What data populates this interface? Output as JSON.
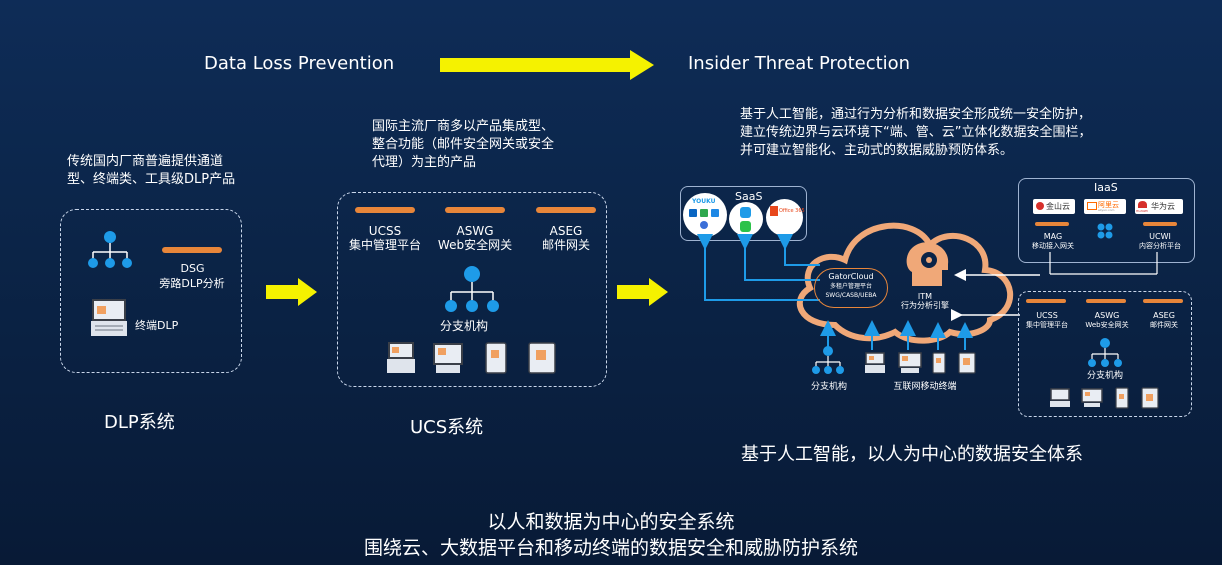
{
  "header": {
    "left_title": "Data Loss Prevention",
    "right_title": "Insider Threat Protection"
  },
  "dlp": {
    "desc": "传统国内厂商普遍提供通道型、终端类、工具级DLP产品",
    "desc_lines": [
      "传统国内厂商普遍提供通道",
      "型、终端类、工具级DLP产品"
    ],
    "dsg_label": "DSG",
    "dsg_sub": "旁路DLP分析",
    "endpoint_label": "终端DLP",
    "caption": "DLP系统"
  },
  "ucs": {
    "desc_lines": [
      "国际主流厂商多以产品集成型、",
      "整合功能（邮件安全网关或安全",
      "代理）为主的产品"
    ],
    "products": [
      {
        "name": "UCSS",
        "sub": "集中管理平台"
      },
      {
        "name": "ASWG",
        "sub": "Web安全网关"
      },
      {
        "name": "ASEG",
        "sub": "邮件网关"
      }
    ],
    "branch_label": "分支机构",
    "caption": "UCS系统"
  },
  "itp": {
    "desc_lines": [
      "基于人工智能，通过行为分析和数据安全形成统一安全防护，",
      "建立传统边界与云环境下“端、管、云”立体化数据安全围栏，",
      "并可建立智能化、主动式的数据威胁预防体系。"
    ],
    "saas_title": "SaaS",
    "saas_youku": "YOUKU",
    "saas_office": "Office 365",
    "iaas_title": "IaaS",
    "iaas_providers": [
      "金山云",
      "阿里云",
      "华为云"
    ],
    "iaas_huawei_mark": "HUAWEI",
    "iaas_aliyun_sub": "aliyun.com",
    "mag_name": "MAG",
    "mag_sub": "移动接入网关",
    "ucwi_name": "UCWI",
    "ucwi_sub": "内容分析平台",
    "gatorcloud_name": "GatorCloud",
    "gatorcloud_sub1": "多租户管理平台",
    "gatorcloud_sub2": "SWG/CASB/UEBA",
    "itm_name": "ITM",
    "itm_sub": "行为分析引擎",
    "branch_left": "分支机构",
    "mobile_terminal": "互联网移动终端",
    "right_products": [
      {
        "name": "UCSS",
        "sub": "集中管理平台"
      },
      {
        "name": "ASWG",
        "sub": "Web安全网关"
      },
      {
        "name": "ASEG",
        "sub": "邮件网关"
      }
    ],
    "right_branch": "分支机构",
    "caption": "基于人工智能，以人为中心的数据安全体系"
  },
  "footer": {
    "line1": "以人和数据为中心的安全系统",
    "line2": "围绕云、大数据平台和移动终端的数据安全和威胁防护系统"
  },
  "colors": {
    "background": "#0b2447",
    "arrow": "#f5f200",
    "accent_orange": "#e8863a",
    "icon_blue": "#1e9be8",
    "connector_blue": "#1e9be8"
  }
}
